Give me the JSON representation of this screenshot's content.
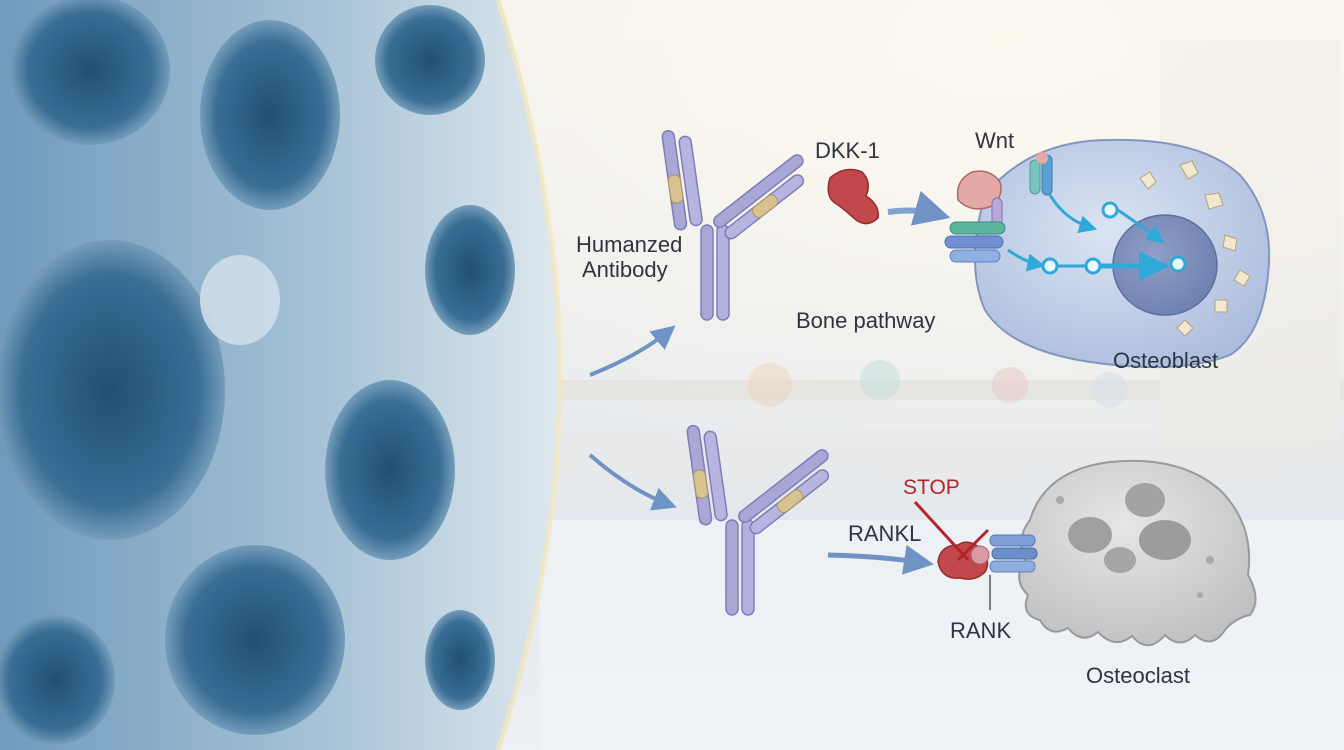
{
  "labels": {
    "antibody_line1": "Humanzed",
    "antibody_line2": "Antibody",
    "dkk1": "DKK-1",
    "wnt": "Wnt",
    "bone_pathway": "Bone pathway",
    "osteoblast": "Osteoblast",
    "stop": "STOP",
    "rankl": "RANKL",
    "rank": "RANK",
    "osteoclast": "Osteoclast"
  },
  "colors": {
    "bone": "#9fbcd2",
    "bone_dark": "#3f6f93",
    "antibody": "#a9a7d6",
    "antibody_tip": "#d8c390",
    "dkk1": "#c2484c",
    "osteoblast": "#b7c6e4",
    "osteoclast": "#c9c9c9",
    "arrow": "#6f93c4",
    "stop": "#b3252b",
    "text": "#2f3440"
  }
}
